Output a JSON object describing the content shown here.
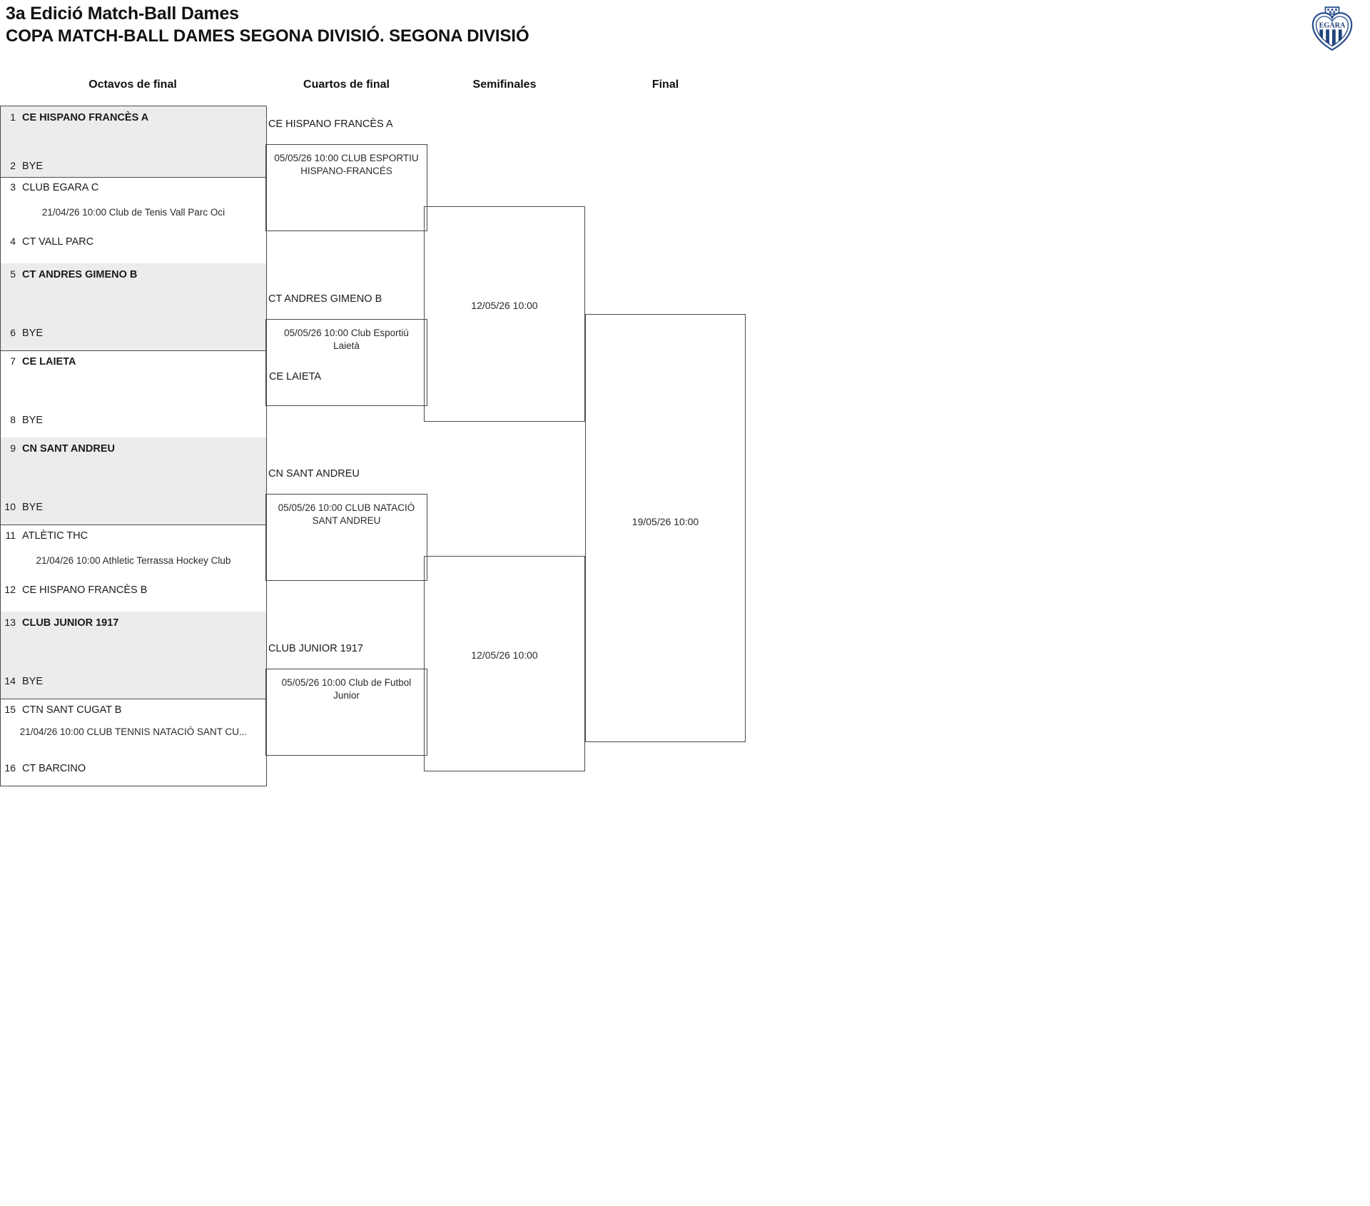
{
  "header": {
    "title_line1": "3a Edició Match-Ball Dames",
    "title_line2": "COPA MATCH-BALL DAMES SEGONA DIVISIÓ. SEGONA DIVISIÓ",
    "logo_text": "EGARA"
  },
  "rounds": [
    {
      "label": "Octavos de final"
    },
    {
      "label": "Cuartos de final"
    },
    {
      "label": "Semifinales"
    },
    {
      "label": "Final"
    }
  ],
  "round1": {
    "seeds": [
      {
        "num": "1",
        "name": "CE HISPANO FRANCÈS A",
        "bold": true
      },
      {
        "num": "2",
        "name": "BYE",
        "bold": false
      },
      {
        "num": "3",
        "name": "CLUB EGARA C",
        "bold": false
      },
      {
        "num": "4",
        "name": "CT VALL PARC",
        "bold": false
      },
      {
        "num": "5",
        "name": "CT ANDRES GIMENO B",
        "bold": true
      },
      {
        "num": "6",
        "name": "BYE",
        "bold": false
      },
      {
        "num": "7",
        "name": "CE LAIETA",
        "bold": true
      },
      {
        "num": "8",
        "name": "BYE",
        "bold": false
      },
      {
        "num": "9",
        "name": "CN SANT ANDREU",
        "bold": true
      },
      {
        "num": "10",
        "name": "BYE",
        "bold": false
      },
      {
        "num": "11",
        "name": "ATLÈTIC THC",
        "bold": false
      },
      {
        "num": "12",
        "name": "CE HISPANO FRANCÈS B",
        "bold": false
      },
      {
        "num": "13",
        "name": "CLUB JUNIOR 1917",
        "bold": true
      },
      {
        "num": "14",
        "name": "BYE",
        "bold": false
      },
      {
        "num": "15",
        "name": "CTN SANT CUGAT B",
        "bold": false
      },
      {
        "num": "16",
        "name": "CT BARCINO",
        "bold": false
      }
    ],
    "matches": [
      {
        "meta": ""
      },
      {
        "meta": "21/04/26 10:00 Club de Tenis Vall Parc Oci"
      },
      {
        "meta": ""
      },
      {
        "meta": ""
      },
      {
        "meta": ""
      },
      {
        "meta": "21/04/26 10:00 Athletic Terrassa Hockey Club"
      },
      {
        "meta": ""
      },
      {
        "meta": "21/04/26 10:00 CLUB TENNIS NATACIÓ SANT CU..."
      }
    ]
  },
  "round2": {
    "matches": [
      {
        "winner": "CE HISPANO FRANCÈS A",
        "date": "05/05/26 10:00 CLUB ESPORTIU HISPANO-FRANCÉS",
        "loser": ""
      },
      {
        "winner": "CT ANDRES GIMENO B",
        "date": "05/05/26 10:00 Club Esportiú Laietà",
        "loser": "CE LAIETA"
      },
      {
        "winner": "CN SANT ANDREU",
        "date": "05/05/26 10:00 CLUB NATACIÓ SANT ANDREU",
        "loser": ""
      },
      {
        "winner": "CLUB JUNIOR 1917",
        "date": "05/05/26 10:00 Club de Futbol Junior",
        "loser": ""
      }
    ]
  },
  "round3": {
    "matches": [
      {
        "date": "12/05/26 10:00"
      },
      {
        "date": "12/05/26 10:00"
      }
    ]
  },
  "round4": {
    "match": {
      "date": "19/05/26 10:00"
    }
  }
}
